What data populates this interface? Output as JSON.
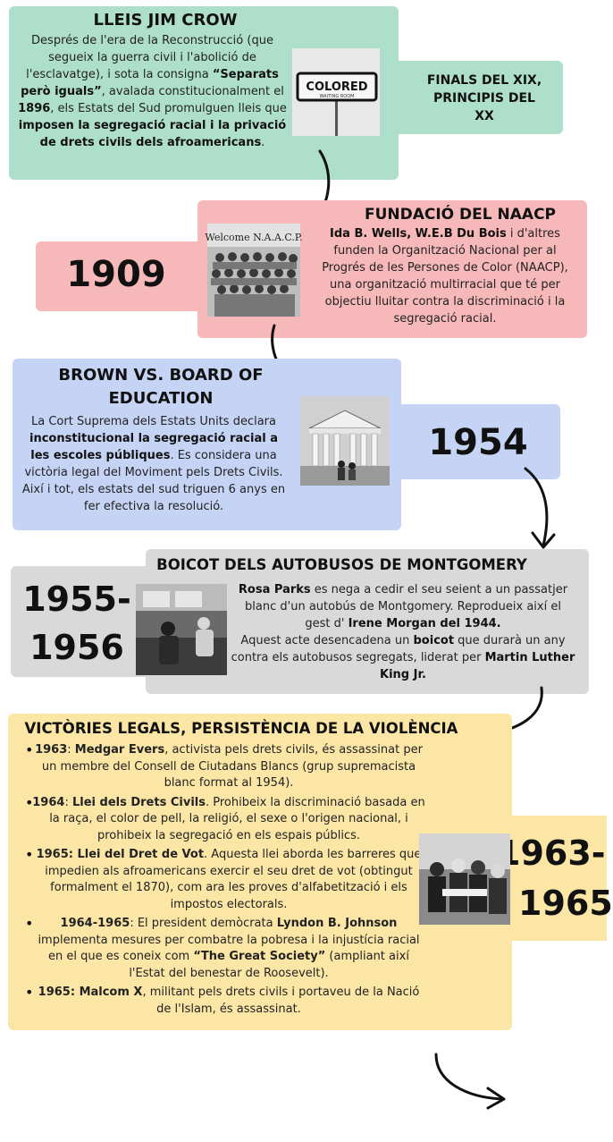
{
  "sec1": {
    "title": "LLEIS JIM CROW",
    "p1": "Després de l'era de la Reconstrucció (que segueix la guerra civil i l'abolició de l'esclavatge), i sota la consigna ",
    "b1": "“Separats però iguals”",
    "p2": ", avalada constitucionalment el ",
    "b2": "1896",
    "p3": ", els Estats del Sud promulguen lleis que ",
    "b3": "imposen la segregació racial i la privació de drets civils dels afroamericans",
    "p4": ".",
    "side": "FINALS DEL XIX, PRINCIPIS DEL XX",
    "sign": "COLORED",
    "sign_sub": "WAITING ROOM"
  },
  "sec2": {
    "title": "FUNDACIÓ DEL NAACP",
    "b1": "Ida B. Wells, W.E.B Du Bois",
    "p1": " i d'altres funden la Organització Nacional per al Progrés de les Persones de Color (NAACP), una organització multirracial que té per objectiu lluitar contra la discriminació i la segregació racial.",
    "year": "1909",
    "banner": "Welcome N.A.A.C.P."
  },
  "sec3": {
    "title": "BROWN VS. BOARD OF EDUCATION",
    "p1": "La Cort Suprema dels Estats Units declara ",
    "b1": "inconstitucional la segregació racial a les escoles públiques",
    "p2": ". Es considera una victòria legal del Moviment pels Drets Civils. Així i tot, els estats del sud triguen 6 anys en fer efectiva la resolució.",
    "year": "1954"
  },
  "sec4": {
    "title": "BOICOT DELS AUTOBUSOS DE MONTGOMERY",
    "b1": "Rosa Parks",
    "p1": " es nega a cedir el seu seient a un passatjer blanc d'un autobús de Montgomery. Reprodueix així el gest d' ",
    "b2": "Irene Morgan del 1944.",
    "p2": "Aquest acte desencadena un ",
    "b3": "boicot",
    "p3": " que durarà un any contra els autobusos segregats, liderat per ",
    "b4": "Martin Luther King Jr.",
    "year_line1": "1955-",
    "year_line2": "1956"
  },
  "sec5": {
    "title": "VICTÒRIES LEGALS, PERSISTÈNCIA DE LA VIOLÈNCIA",
    "items": [
      {
        "b": "1963",
        "t1": ": ",
        "b2": "Medgar Evers",
        "t2": ", activista pels drets civils, és assassinat per un membre del Consell de Ciutadans Blancs (grup supremacista blanc format al 1954)."
      },
      {
        "b": "1964",
        "t1": ": ",
        "b2": "Llei dels Drets Civils",
        "t2": ". Prohibeix la discriminació basada en la raça, el color de pell, la religió, el sexe o l'origen nacional, i prohibeix la segregació en els espais públics."
      },
      {
        "b": "1965: Llei del Dret de Vot",
        "t1": ". Aquesta llei aborda les barreres que impedien als afroamericans exercir el seu dret de vot (obtingut formalment el 1870), com ara les proves d'alfabetització i els impostos electorals.",
        "b2": "",
        "t2": ""
      },
      {
        "b": "1964-1965",
        "t1": ": El president demòcrata ",
        "b2": "Lyndon B. Johnson",
        "t2": " implementa mesures per combatre la pobresa i la injustícia racial en el que es coneix com  ",
        "b3": "“The Great Society”",
        "t3": " (ampliant així l'Estat del benestar de Roosevelt)."
      },
      {
        "b": "1965: Malcom X",
        "t1": ", militant pels drets civils i portaveu de la Nació de l'Islam, és assassinat.",
        "b2": "",
        "t2": ""
      }
    ],
    "year_line1": "1963-",
    "year_line2": "1965"
  },
  "colors": {
    "green": "#aedfcb",
    "pink": "#f6b8b8",
    "blue": "#c5d3f4",
    "gray": "#d9d9d9",
    "yellow": "#fbe6a6"
  }
}
